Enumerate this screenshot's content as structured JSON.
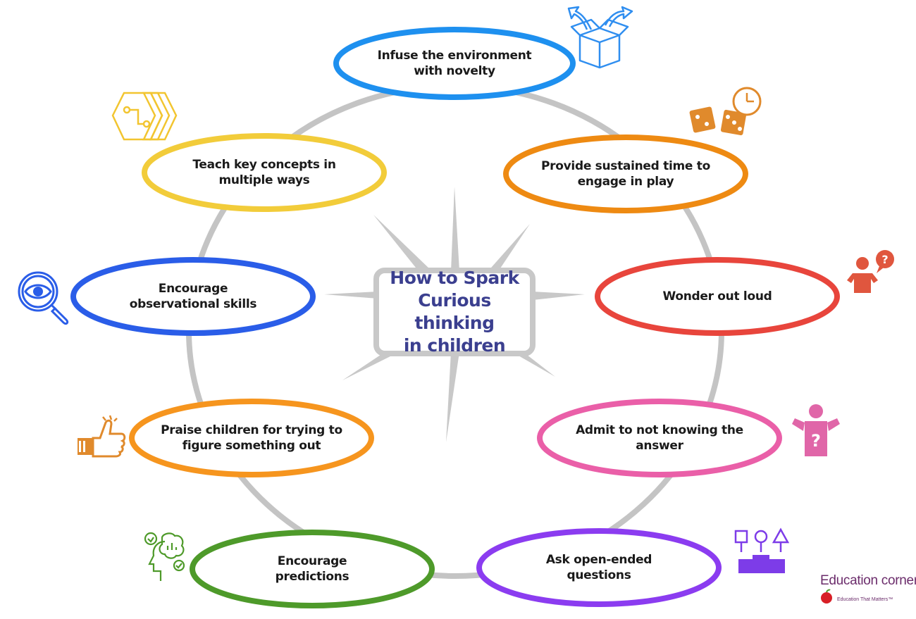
{
  "title": "How to Spark\nCurious thinking\nin children",
  "nodes": [
    {
      "id": "novelty",
      "text": "Infuse the environment\nwith novelty",
      "color": "#1e90ef",
      "icon": "open-box-icon"
    },
    {
      "id": "play",
      "text": "Provide sustained time to\nengage in play",
      "color": "#ee8a12",
      "icon": "dice-clock-icon"
    },
    {
      "id": "wonder",
      "text": "Wonder out loud",
      "color": "#e8453c",
      "icon": "person-question-icon"
    },
    {
      "id": "admit",
      "text": "Admit to not knowing the\nanswer",
      "color": "#ea5fa8",
      "icon": "shrugging-person-question-icon"
    },
    {
      "id": "open-ended",
      "text": "Ask open-ended\nquestions",
      "color": "#8b3cf0",
      "icon": "shapes-sorter-icon"
    },
    {
      "id": "predictions",
      "text": "Encourage\npredictions",
      "color": "#4e9a2a",
      "icon": "head-thinking-icon"
    },
    {
      "id": "praise",
      "text": "Praise children for trying to\nfigure something out",
      "color": "#f6951e",
      "icon": "thumbs-up-icon"
    },
    {
      "id": "observe",
      "text": "Encourage\nobservational skills",
      "color": "#2a5de8",
      "icon": "magnifier-eye-icon"
    },
    {
      "id": "concepts",
      "text": "Teach key concepts in\nmultiple ways",
      "color": "#f2cc3a",
      "icon": "hexagon-layers-icon"
    }
  ],
  "colors": {
    "ring": "#c4c4c4",
    "title_text": "#3b3f8f",
    "center_box": "#c8c8c8"
  },
  "brand": {
    "name": "Education corner",
    "tagline": "Education That Matters™",
    "color": "#6b2c6b"
  }
}
